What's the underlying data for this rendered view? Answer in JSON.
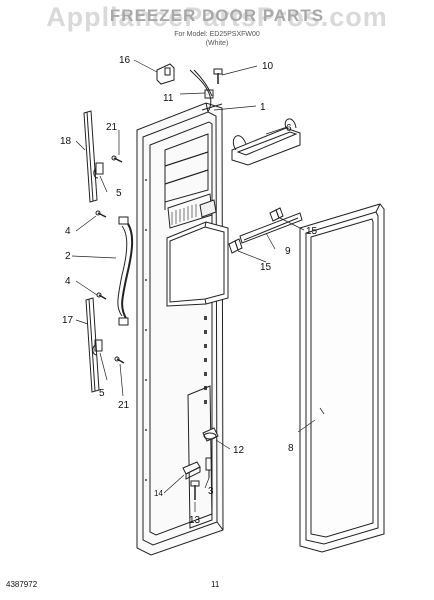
{
  "header": {
    "watermark": "AppliancePartsPros.com",
    "title": "FREEZER DOOR PARTS",
    "model": "For Model: ED25PSXFW00",
    "color": "(White)"
  },
  "footer": {
    "doc_number": "4387972",
    "page_number": "11"
  },
  "callouts": {
    "c1": "1",
    "c2": "2",
    "c3": "3",
    "c4a": "4",
    "c4b": "4",
    "c5a": "5",
    "c5b": "5",
    "c6": "6",
    "c8": "8",
    "c9": "9",
    "c10": "10",
    "c11": "11",
    "c12": "12",
    "c13": "13",
    "c14": "14",
    "c15a": "15",
    "c15b": "15",
    "c16": "16",
    "c17": "17",
    "c18": "18",
    "c21a": "21",
    "c21b": "21"
  }
}
